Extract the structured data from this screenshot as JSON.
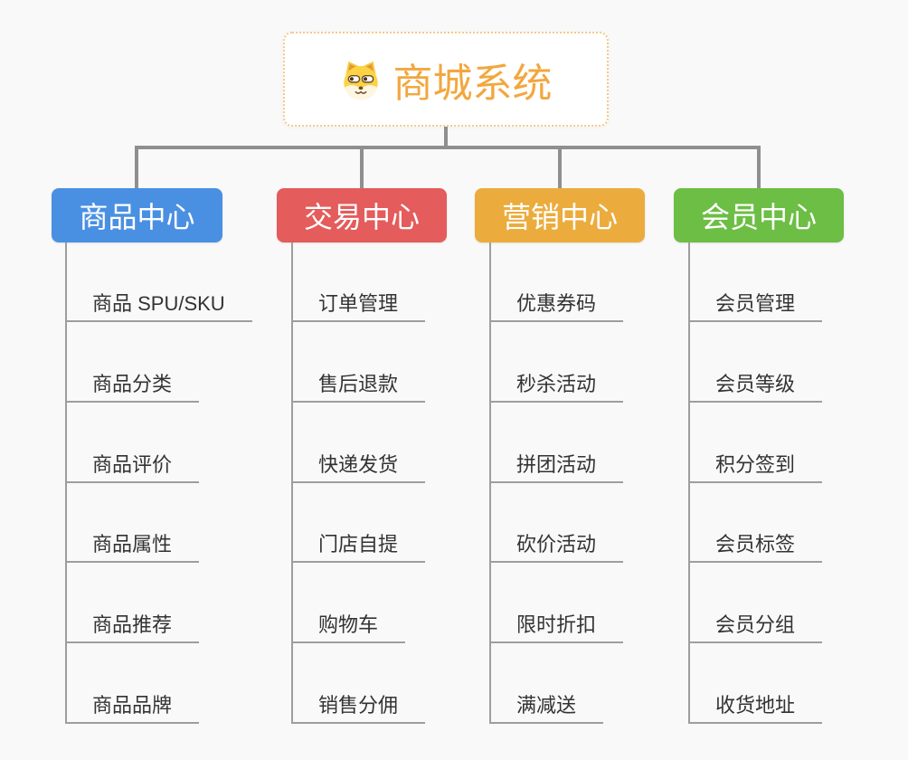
{
  "root": {
    "title": "商城系统",
    "icon": "dog-face-icon"
  },
  "branches": [
    {
      "label": "商品中心",
      "color": "#4A90E2",
      "items": [
        "商品 SPU/SKU",
        "商品分类",
        "商品评价",
        "商品属性",
        "商品推荐",
        "商品品牌"
      ]
    },
    {
      "label": "交易中心",
      "color": "#E45C5B",
      "items": [
        "订单管理",
        "售后退款",
        "快递发货",
        "门店自提",
        "购物车",
        "销售分佣"
      ]
    },
    {
      "label": "营销中心",
      "color": "#EBAC3D",
      "items": [
        "优惠券码",
        "秒杀活动",
        "拼团活动",
        "砍价活动",
        "限时折扣",
        "满减送"
      ]
    },
    {
      "label": "会员中心",
      "color": "#6CBE44",
      "items": [
        "会员管理",
        "会员等级",
        "积分签到",
        "会员标签",
        "会员分组",
        "收货地址"
      ]
    }
  ],
  "colors": {
    "background": "#F9F9F9",
    "connector": "#8F8F8F",
    "underline": "#9E9E9E",
    "item_text": "#333333",
    "root_title": "#F2A73E",
    "root_border": "#F4C98A",
    "branch_text": "#FFFFFF"
  }
}
